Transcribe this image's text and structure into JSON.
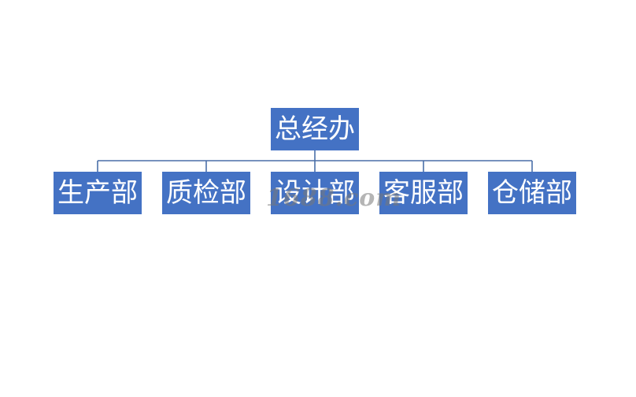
{
  "org_chart": {
    "root": {
      "label": "总经办"
    },
    "children": [
      {
        "label": "生产部"
      },
      {
        "label": "质检部"
      },
      {
        "label": "设计部"
      },
      {
        "label": "客服部"
      },
      {
        "label": "仓储部"
      }
    ]
  },
  "watermark": {
    "text": "1688.com"
  },
  "colors": {
    "node_fill": "#4472c4",
    "node_text": "#ffffff",
    "connector": "#4a6fa8"
  }
}
